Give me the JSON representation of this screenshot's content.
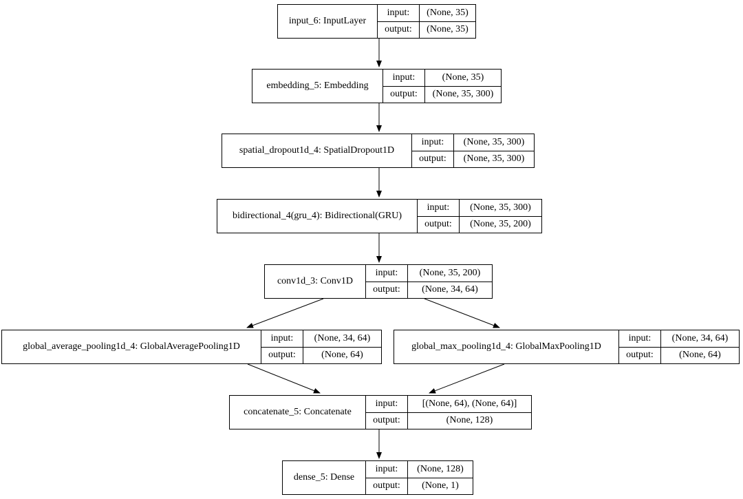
{
  "diagram": {
    "kind": "keras-model-architecture",
    "colors": {
      "background": "#ffffff",
      "border": "#000000",
      "text": "#000000",
      "edge": "#000000"
    },
    "io_labels": {
      "input": "input:",
      "output": "output:"
    },
    "nodes": [
      {
        "id": "input_6",
        "label": "input_6: InputLayer",
        "input_shape": "(None, 35)",
        "output_shape": "(None, 35)"
      },
      {
        "id": "embedding_5",
        "label": "embedding_5: Embedding",
        "input_shape": "(None, 35)",
        "output_shape": "(None, 35, 300)"
      },
      {
        "id": "spatial_dropout1d_4",
        "label": "spatial_dropout1d_4: SpatialDropout1D",
        "input_shape": "(None, 35, 300)",
        "output_shape": "(None, 35, 300)"
      },
      {
        "id": "bidirectional_4",
        "label": "bidirectional_4(gru_4): Bidirectional(GRU)",
        "input_shape": "(None, 35, 300)",
        "output_shape": "(None, 35, 200)"
      },
      {
        "id": "conv1d_3",
        "label": "conv1d_3: Conv1D",
        "input_shape": "(None, 35, 200)",
        "output_shape": "(None, 34, 64)"
      },
      {
        "id": "global_average_pooling1d_4",
        "label": "global_average_pooling1d_4: GlobalAveragePooling1D",
        "input_shape": "(None, 34, 64)",
        "output_shape": "(None, 64)"
      },
      {
        "id": "global_max_pooling1d_4",
        "label": "global_max_pooling1d_4: GlobalMaxPooling1D",
        "input_shape": "(None, 34, 64)",
        "output_shape": "(None, 64)"
      },
      {
        "id": "concatenate_5",
        "label": "concatenate_5: Concatenate",
        "input_shape": "[(None, 64), (None, 64)]",
        "output_shape": "(None, 128)"
      },
      {
        "id": "dense_5",
        "label": "dense_5: Dense",
        "input_shape": "(None, 128)",
        "output_shape": "(None, 1)"
      }
    ],
    "edges": [
      {
        "from": "input_6",
        "to": "embedding_5"
      },
      {
        "from": "embedding_5",
        "to": "spatial_dropout1d_4"
      },
      {
        "from": "spatial_dropout1d_4",
        "to": "bidirectional_4"
      },
      {
        "from": "bidirectional_4",
        "to": "conv1d_3"
      },
      {
        "from": "conv1d_3",
        "to": "global_average_pooling1d_4"
      },
      {
        "from": "conv1d_3",
        "to": "global_max_pooling1d_4"
      },
      {
        "from": "global_average_pooling1d_4",
        "to": "concatenate_5"
      },
      {
        "from": "global_max_pooling1d_4",
        "to": "concatenate_5"
      },
      {
        "from": "concatenate_5",
        "to": "dense_5"
      }
    ]
  }
}
